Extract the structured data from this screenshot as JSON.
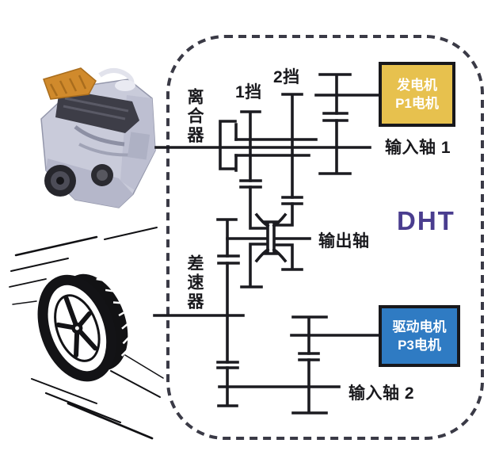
{
  "labels": {
    "clutch": "离合器",
    "gear_1": "1挡",
    "gear_2": "2挡",
    "input_shaft_1": "输入轴 1",
    "output_shaft": "输出轴",
    "differential": "差速器",
    "input_shaft_2": "输入轴 2",
    "dht": "DHT"
  },
  "boxes": {
    "generator": {
      "line1": "发电机",
      "line2": "P1电机",
      "fill": "#e7c14e",
      "text_color": "#ffffff"
    },
    "drive_motor": {
      "line1": "驱动电机",
      "line2": "P3电机",
      "fill": "#2f7bc3",
      "text_color": "#ffffff"
    }
  },
  "colors": {
    "schematic_line": "#1b1b20",
    "dashed_border": "#3a3a46",
    "dht_text": "#4a3d8f",
    "box_border": "#18181c",
    "background": "#ffffff"
  },
  "illustrations": {
    "engine": "gasoline-engine-3d-render",
    "wheel": "tire-with-motion-lines"
  }
}
